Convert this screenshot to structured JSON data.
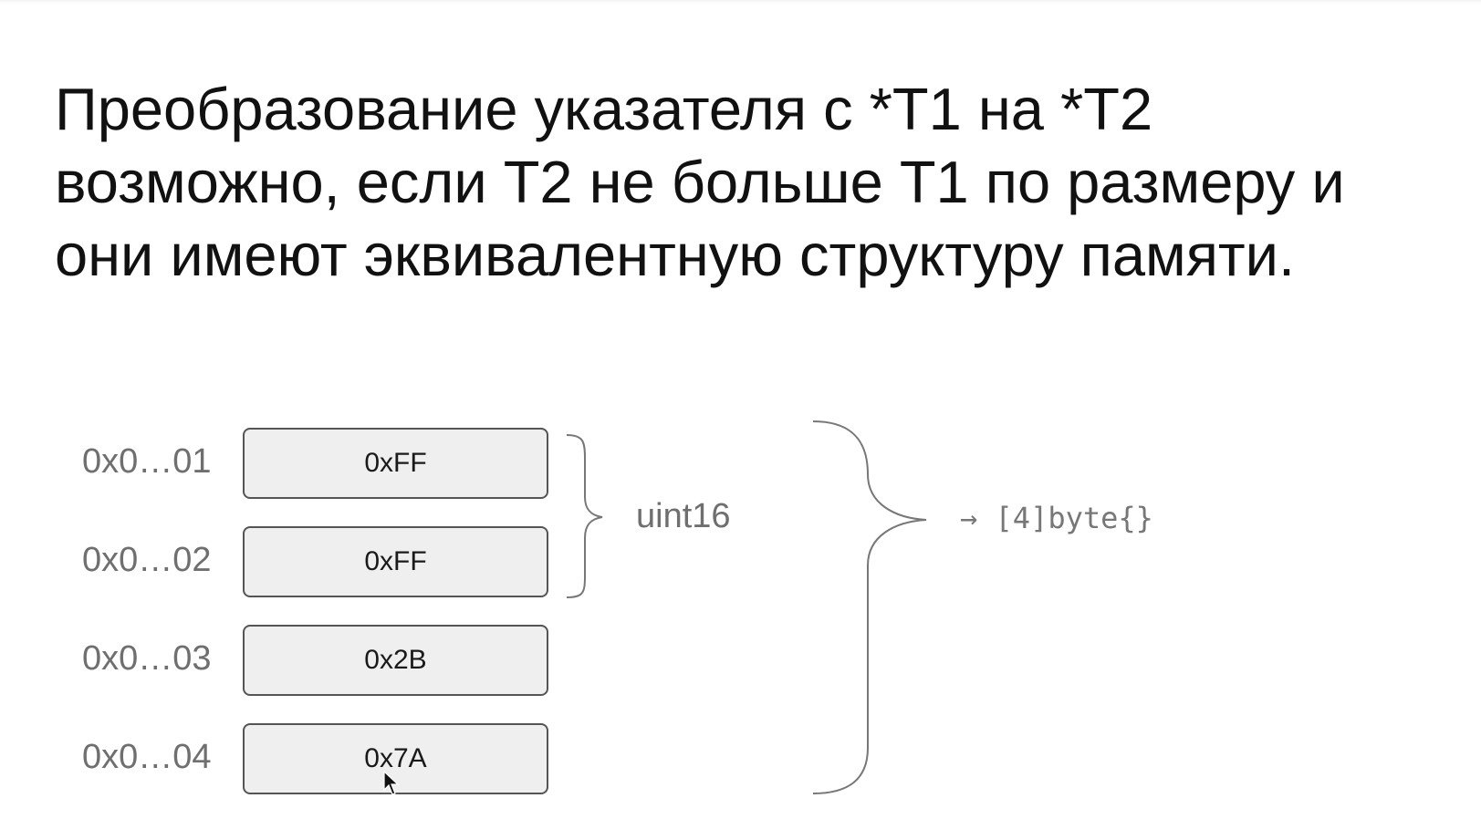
{
  "slide": {
    "title_lines": [
      "Преобразование указателя с *T1 на *T2",
      "возможно, если T2 не больше T1 по размеру и",
      "они имеют эквивалентную структуру памяти."
    ]
  },
  "memory": {
    "rows": [
      {
        "address": "0x0…01",
        "value": "0xFF"
      },
      {
        "address": "0x0…02",
        "value": "0xFF"
      },
      {
        "address": "0x0…03",
        "value": "0x2B"
      },
      {
        "address": "0x0…04",
        "value": "0x7A"
      }
    ]
  },
  "annotations": {
    "small_brace_label": "uint16",
    "large_brace_label": "→ [4]byte{}"
  },
  "colors": {
    "title_text": "#111111",
    "muted_text": "#6f6f6f",
    "cell_fill": "#efefef",
    "cell_border": "#555555",
    "brace_stroke": "#777777"
  }
}
